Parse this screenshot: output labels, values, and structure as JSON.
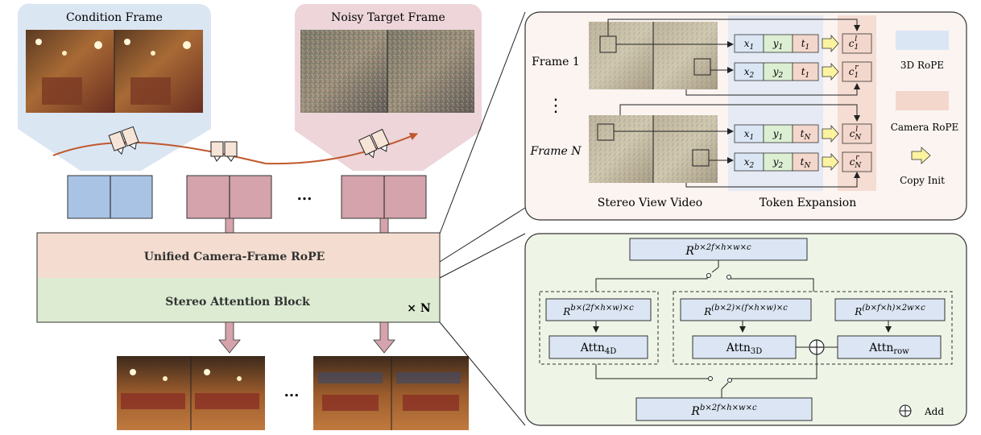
{
  "left_panel": {
    "condition_frame_label": "Condition Frame",
    "noisy_target_label": "Noisy Target  Frame",
    "ellipsis": "...",
    "output_ellipsis": "..."
  },
  "block": {
    "rope_label": "Unified  Camera-Frame RoPE",
    "attention_label": "Stereo Attention Block",
    "times_n": "× N"
  },
  "token_panel": {
    "frame1_label": "Frame 1",
    "framen_label": "Frame N",
    "vertical_dots": "⋮",
    "stereo_view_label": "Stereo View Video",
    "token_expansion_label": "Token Expansion",
    "rows": [
      {
        "cells": [
          "x1",
          "y1",
          "t1"
        ],
        "out": "c1l"
      },
      {
        "cells": [
          "x2",
          "y2",
          "t1"
        ],
        "out": "c1r"
      },
      {
        "cells": [
          "x1",
          "y1",
          "tN"
        ],
        "out": "cNl"
      },
      {
        "cells": [
          "x2",
          "y2",
          "tN"
        ],
        "out": "cNr"
      }
    ],
    "legend": {
      "rope3d": "3D RoPE",
      "camera_rope": "Camera RoPE",
      "copy_init": "Copy Init"
    }
  },
  "attention_panel": {
    "top_tensor": "R^{b×2f×h×w×c}",
    "left_tensor": "R^{b×(2f×h×w)×c}",
    "mid_tensor": "R^{(b×2)×(f×h×w)×c}",
    "right_tensor": "R^{(b×f×h)×2w×c}",
    "attn4d": "Attn_4D",
    "attn3d": "Attn_3D",
    "attnrow": "Attn_row",
    "bottom_tensor": "R^{b×2f×h×w×c}",
    "add_legend": "Add"
  },
  "colors": {
    "condition_bg": "#dbe6f3",
    "noisy_bg": "#edd5da",
    "blue_frame": "#a9c3e5",
    "pink_frame": "#d4a3ac",
    "rope_band": "#f4ddd0",
    "attn_band": "#dcebd1",
    "token_panel_bg": "#fbf4f1",
    "attn_panel_bg": "#eef5e6",
    "tensor_box": "#dbe5f3",
    "x_cell": "#dbe6f5",
    "y_cell": "#dcefd3",
    "t_cell": "#f4d7cc",
    "arrow_yellow": "#fcf3a0",
    "trajectory": "#c0582c"
  }
}
